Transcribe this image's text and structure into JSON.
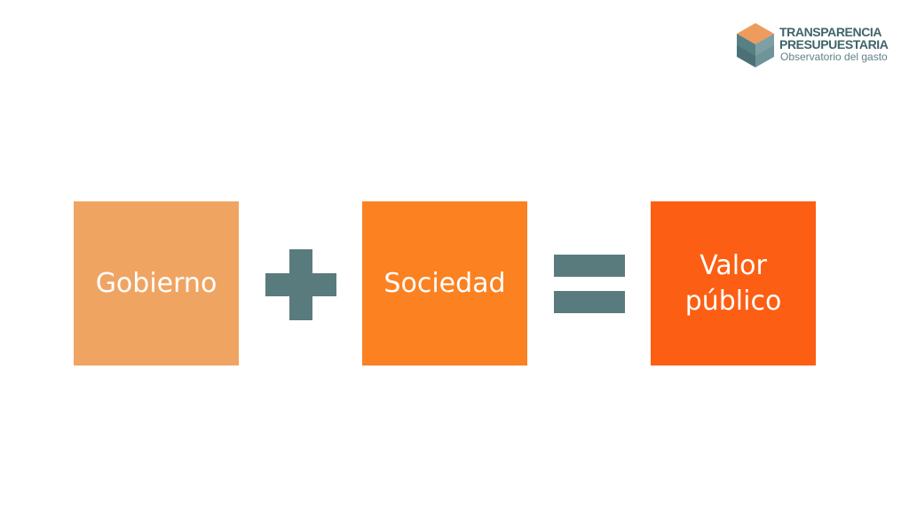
{
  "logo": {
    "line1": "TRANSPARENCIA",
    "line2": "PRESUPUESTARIA",
    "line3": "Observatorio del gasto",
    "icon": "hexagon-cube-icon",
    "colors": {
      "top": "#ee9c5e",
      "left": "#4b7177",
      "right": "#6e9399",
      "text": "#3f6469"
    }
  },
  "equation": {
    "terms": [
      {
        "label": "Gobierno",
        "color": "#f0a462"
      },
      {
        "label": "Sociedad",
        "color": "#fb8121"
      },
      {
        "label": "Valor público",
        "color": "#fc5f13"
      }
    ],
    "operators": [
      {
        "symbol": "plus",
        "icon": "plus-icon"
      },
      {
        "symbol": "equals",
        "icon": "equals-icon"
      }
    ],
    "operator_color": "#5a7b7d"
  }
}
